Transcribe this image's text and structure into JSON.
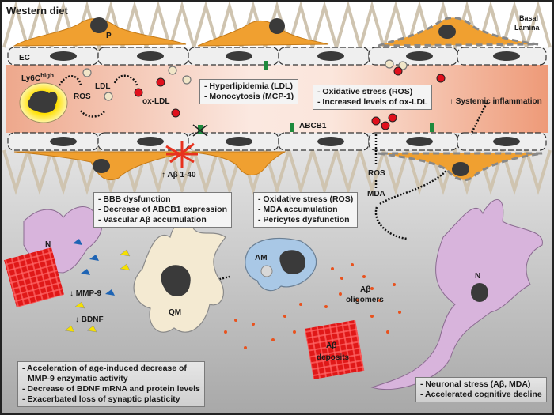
{
  "title": "Western diet",
  "labels": {
    "pericyte": "P",
    "endothelial_cell": "EC",
    "basal_lamina_1": "Basal",
    "basal_lamina_2": "Lamina",
    "monocyte": "Ly6C",
    "monocyte_sup": "high",
    "ros_top": "ROS",
    "ldl": "LDL",
    "ox_ldl": "ox-LDL",
    "abcb1": "ABCB1",
    "systemic_inflammation": "Systemic inflammation",
    "abeta_140": "Aβ 1-40",
    "ros_bottom": "ROS",
    "mda": "MDA",
    "neuron_left": "N",
    "neuron_right": "N",
    "mmp9": "MMP-9",
    "bdnf": "BDNF",
    "quiescent_microglia": "QM",
    "activated_microglia": "AM",
    "abeta_oligomers_1": "Aβ",
    "abeta_oligomers_2": "oligomers",
    "abeta_deposits_1": "Aβ",
    "abeta_deposits_2": "deposits"
  },
  "boxes": {
    "lumen_left": [
      "- Hyperlipidemia (LDL)",
      "- Monocytosis (MCP-1)"
    ],
    "lumen_right": [
      "- Oxidative stress (ROS)",
      "- Increased levels of ox-LDL"
    ],
    "bbb": [
      "- BBB dysfunction",
      "- Decrease of ABCB1 expression",
      "- Vascular Aβ accumulation"
    ],
    "pericyte": [
      "- Oxidative stress (ROS)",
      "- MDA accumulation",
      "- Pericytes dysfunction"
    ],
    "synaptic": [
      "- Acceleration of age-induced decrease of",
      "MMP-9 enzymatic activity",
      "- Decrease of BDNF mRNA and protein levels",
      "- Exacerbated loss of synaptic plasticity"
    ],
    "neuronal": [
      "- Neuronal stress (Aβ, MDA)",
      "- Accelerated cognitive decline"
    ]
  },
  "colors": {
    "pericyte": "#f0a030",
    "lumen": "#f2a88a",
    "ox_ldl": "#e0101c",
    "ldl": "#f1e6c8",
    "abcb1": "#1e8a3c",
    "neuron": "#d8b4dc",
    "microglia_quiescent": "#f4ead2",
    "microglia_activated": "#a9c8e6",
    "amyloid": "#e8321e"
  }
}
